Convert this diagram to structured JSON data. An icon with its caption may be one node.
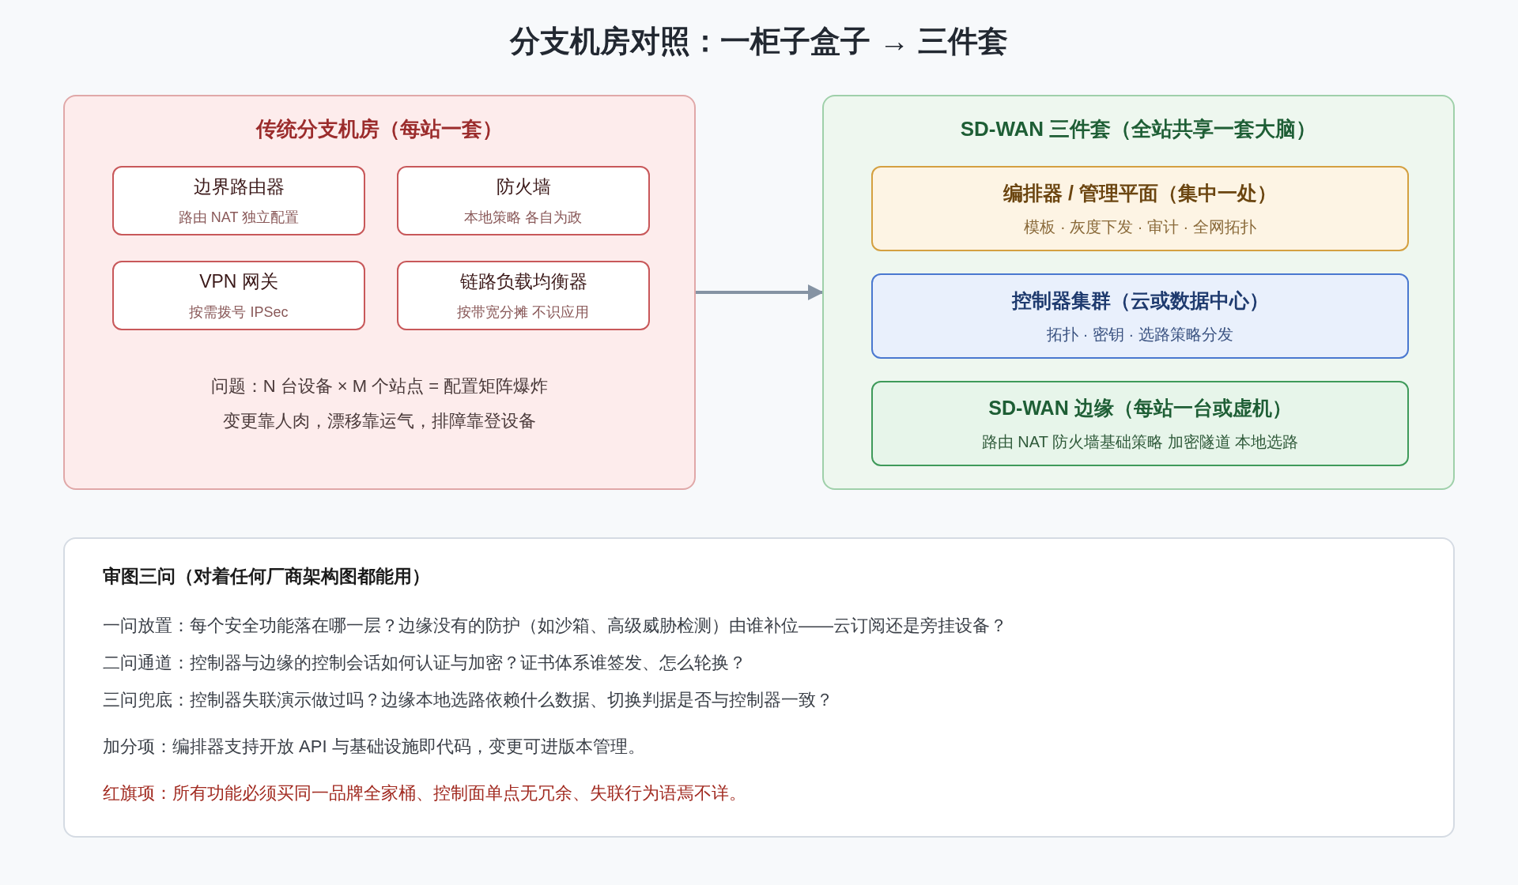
{
  "diagram": {
    "title": "分支机房对照：一柜子盒子 → 三件套",
    "nodes": [
      {
        "text": [
          "传统分支机房（每站一套）",
          "问题：N 台设备 × M 个站点 = 配置矩阵爆炸",
          "变更靠人肉，漂移靠运气，排障靠登设备"
        ]
      },
      {
        "text": [
          "边界路由器",
          "路由 NAT 独立配置"
        ],
        "in": 0
      },
      {
        "text": [
          "防火墙",
          "本地策略 各自为政"
        ],
        "in": 0
      },
      {
        "text": [
          "VPN 网关",
          "按需拨号 IPSec"
        ],
        "in": 0
      },
      {
        "text": [
          "链路负载均衡器",
          "按带宽分摊 不识应用"
        ],
        "in": 0
      },
      {
        "text": [
          "SD-WAN 三件套（全站共享一套大脑）"
        ]
      },
      {
        "text": [
          "编排器 / 管理平面（集中一处）",
          "模板 · 灰度下发 · 审计 · 全网拓扑"
        ],
        "in": 5
      },
      {
        "text": [
          "控制器集群（云或数据中心）",
          "拓扑 · 密钥 · 选路策略分发"
        ],
        "in": 5
      },
      {
        "text": [
          "SD-WAN 边缘（每站一台或虚机）",
          "路由 NAT 防火墙基础策略 加密隧道 本地选路"
        ],
        "in": 5
      },
      {
        "text": [
          "审图三问（对着任何厂商架构图都能用）",
          "一问放置：每个安全功能落在哪一层？边缘没有的防护（如沙箱、高级威胁检测）由谁补位——云订阅还是旁挂设备？",
          "二问通道：控制器与边缘的控制会话如何认证与加密？证书体系谁签发、怎么轮换？",
          "三问兜底：控制器失联演示做过吗？边缘本地选路依赖什么数据、切换判据是否与控制器一致？",
          "加分项：编排器支持开放 API 与基础设施即代码，变更可进版本管理。",
          "红旗项：所有功能必须买同一品牌全家桶、控制面单点无冗余、失联行为语焉不详。"
        ]
      }
    ],
    "edges": [
      {
        "from": 0,
        "to": 5,
        "arrow": "to"
      }
    ]
  }
}
